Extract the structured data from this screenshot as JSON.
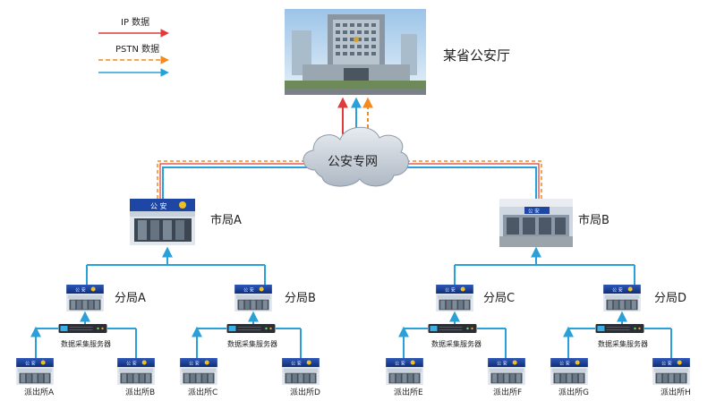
{
  "legend": {
    "ip_label": "IP 数据",
    "pstn_label": "PSTN 数据"
  },
  "colors": {
    "ip_arrow": "#e03a3a",
    "pstn_arrow": "#f28a1e",
    "line_blue": "#2aa0d8",
    "cloud": "#c5ccd6"
  },
  "hq": {
    "label": "某省公安厅"
  },
  "network": {
    "label": "公安专网"
  },
  "cities": [
    {
      "label": "市局A",
      "sign": "公 安"
    },
    {
      "label": "市局B",
      "sign": "公 安"
    }
  ],
  "branches": [
    {
      "label": "分局A"
    },
    {
      "label": "分局B"
    },
    {
      "label": "分局C"
    },
    {
      "label": "分局D"
    }
  ],
  "server_label": "数据采集服务器",
  "stations": [
    {
      "label": "派出所A"
    },
    {
      "label": "派出所B"
    },
    {
      "label": "派出所C"
    },
    {
      "label": "派出所D"
    },
    {
      "label": "派出所E"
    },
    {
      "label": "派出所F"
    },
    {
      "label": "派出所G"
    },
    {
      "label": "派出所H"
    }
  ]
}
